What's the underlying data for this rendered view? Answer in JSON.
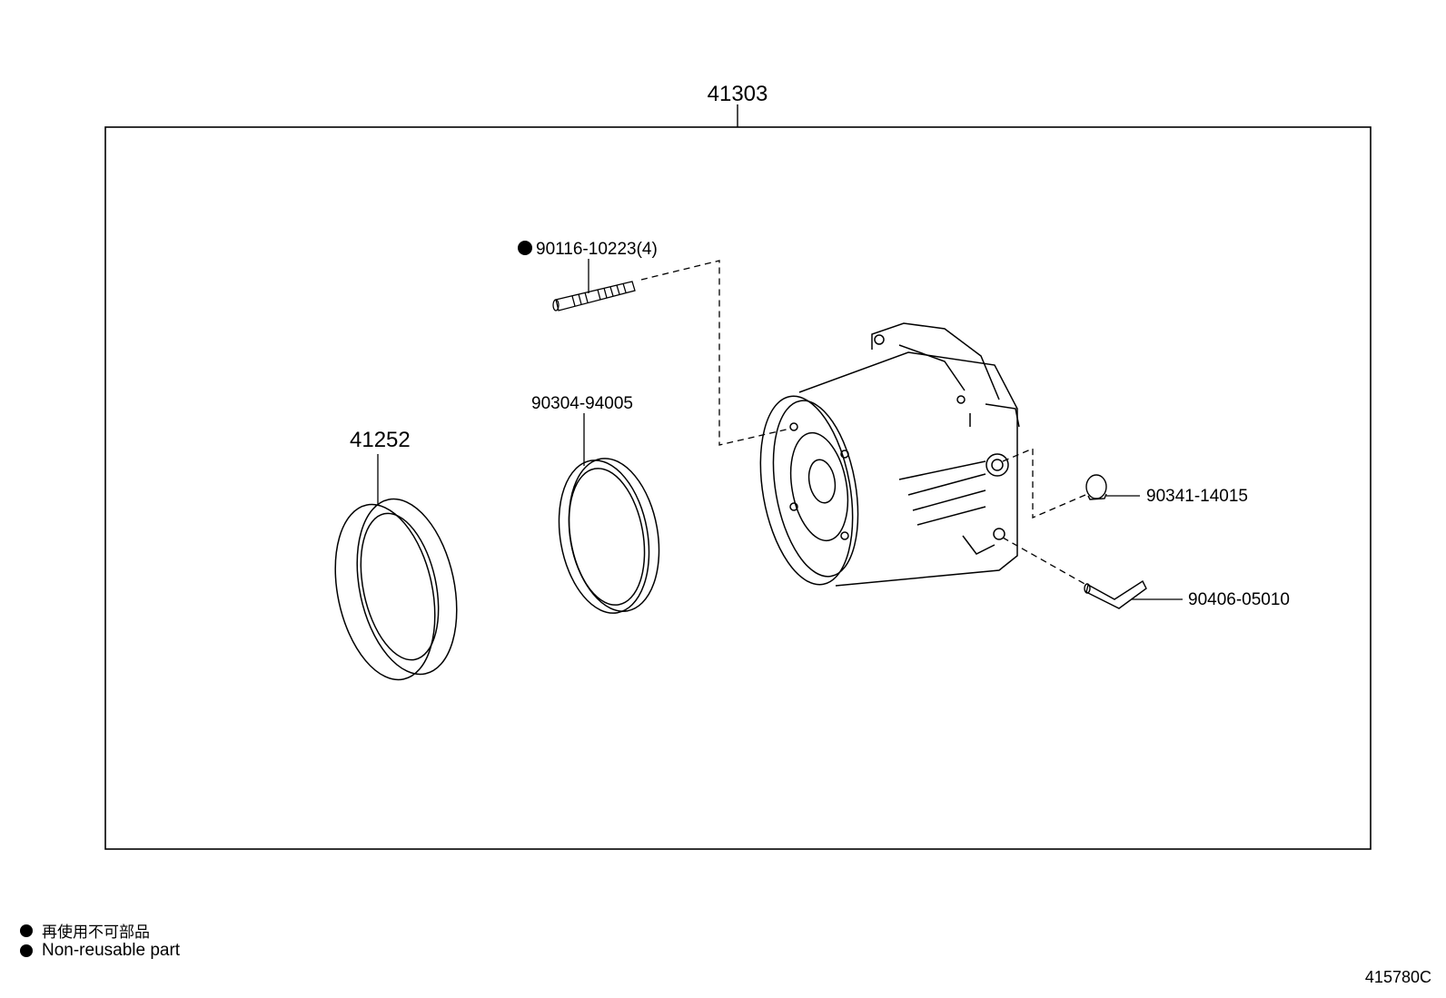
{
  "diagram": {
    "assembly_part": "41303",
    "parts": {
      "bearing_race_41252": "41252",
      "seal_90304": "90304-94005",
      "stud_90116": "90116-10223(4)",
      "plug_90341": "90341-14015",
      "breather_90406": "90406-05010"
    }
  },
  "legend": {
    "non_reusable_jp": "再使用不可部品",
    "non_reusable_en": "Non-reusable part"
  },
  "figure_code": "415780C"
}
